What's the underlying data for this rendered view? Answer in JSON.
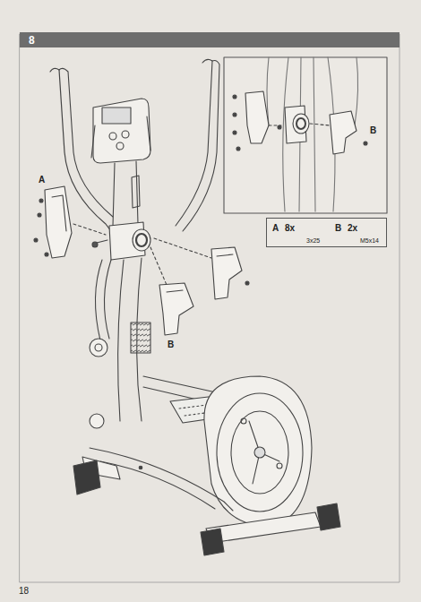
{
  "diagram": {
    "nodes": [
      {
        "text": [
          "8"
        ]
      },
      {
        "text": [
          "A",
          "8x",
          "3x25",
          "B",
          "2x",
          "M5x14"
        ]
      }
    ],
    "labels": [
      "A",
      "B",
      "B",
      "18"
    ]
  }
}
